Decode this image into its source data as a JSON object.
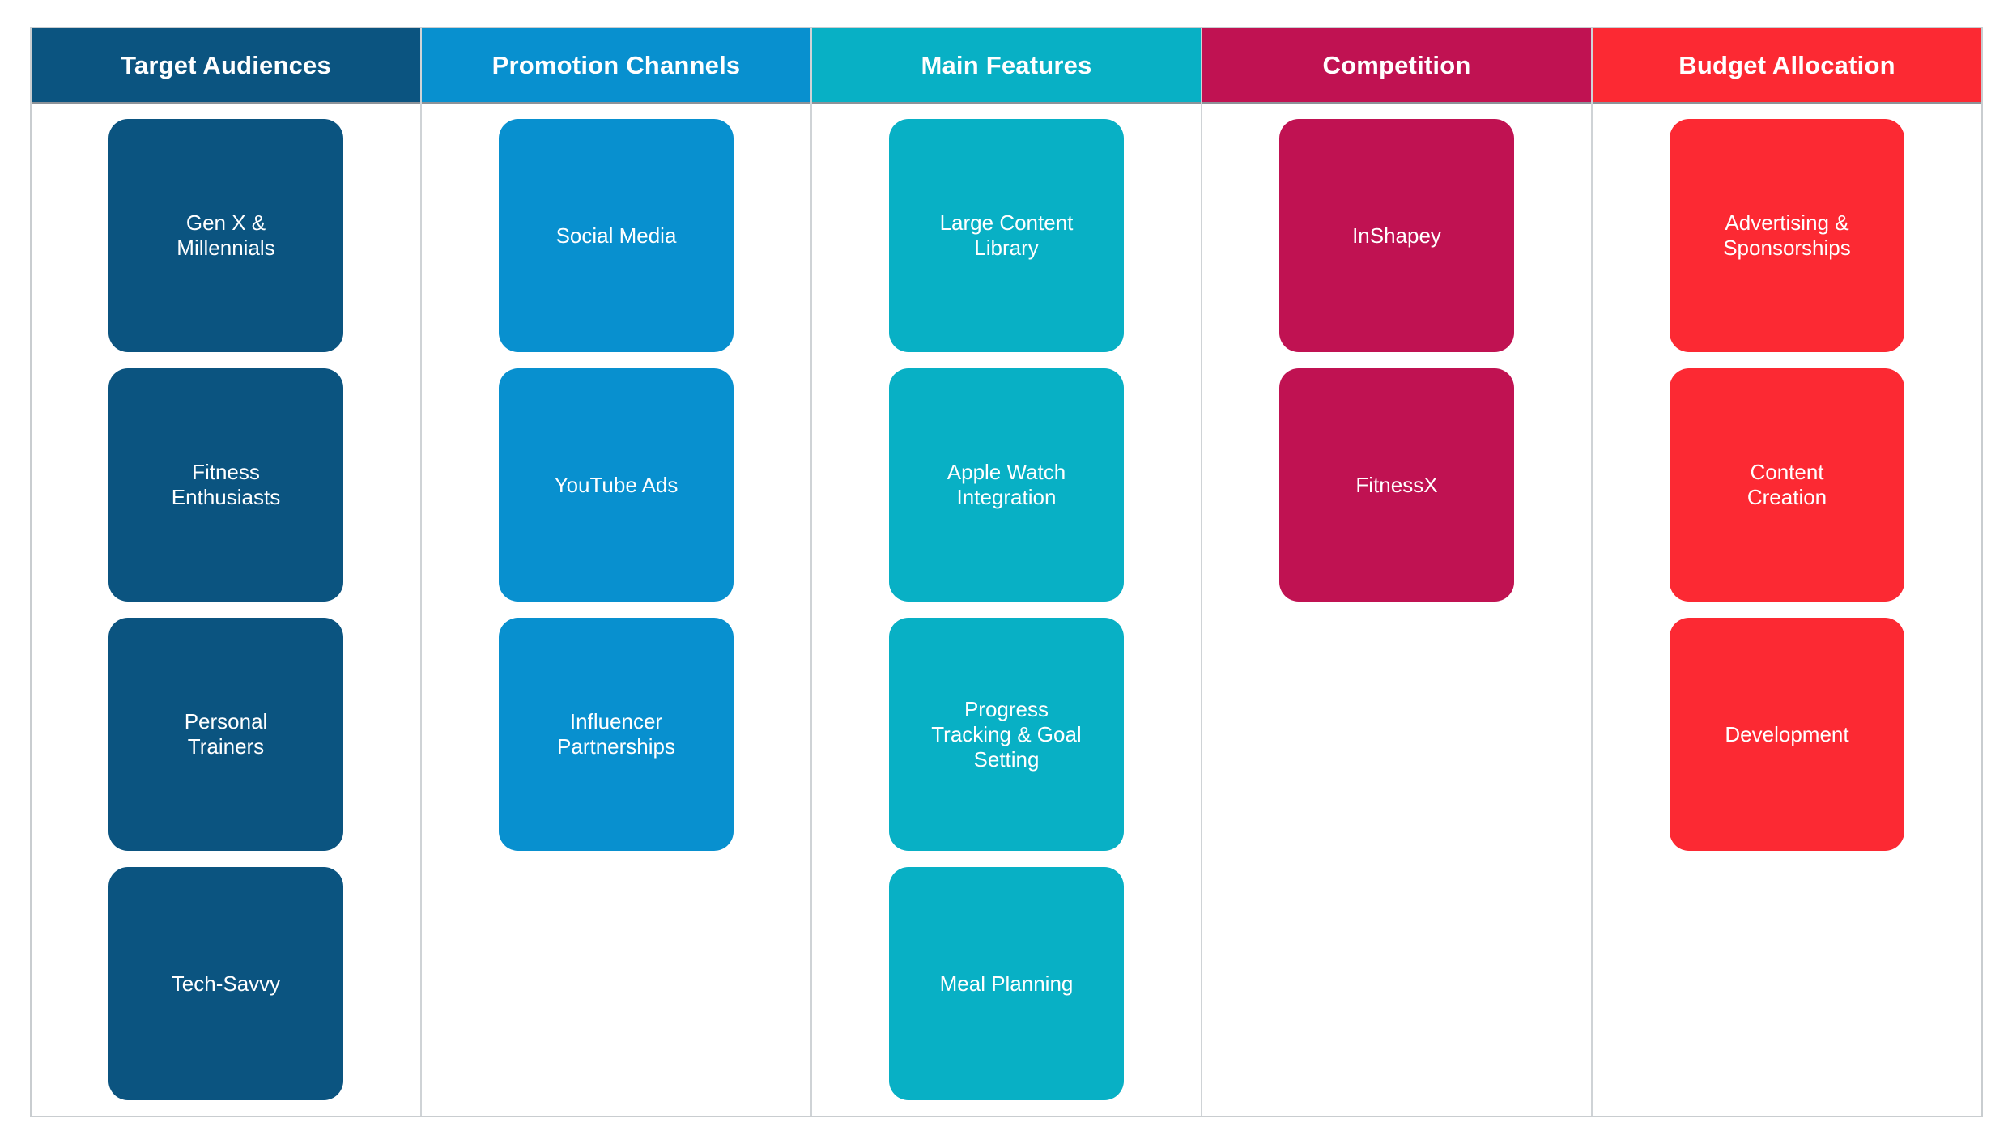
{
  "board": {
    "columns": [
      {
        "title": "Target Audiences",
        "color": "#0b5480",
        "cards": [
          "Gen X &\nMillennials",
          "Fitness\nEnthusiasts",
          "Personal\nTrainers",
          "Tech-Savvy"
        ]
      },
      {
        "title": "Promotion Channels",
        "color": "#0890cf",
        "cards": [
          "Social Media",
          "YouTube Ads",
          "Influencer\nPartnerships"
        ]
      },
      {
        "title": "Main Features",
        "color": "#08b0c5",
        "cards": [
          "Large Content\nLibrary",
          "Apple Watch\nIntegration",
          "Progress\nTracking & Goal\nSetting",
          "Meal Planning"
        ]
      },
      {
        "title": "Competition",
        "color": "#c01252",
        "cards": [
          "InShapey",
          "FitnessX"
        ]
      },
      {
        "title": "Budget Allocation",
        "color": "#fc2933",
        "cards": [
          "Advertising &\nSponsorships",
          "Content\nCreation",
          "Development"
        ]
      }
    ]
  }
}
